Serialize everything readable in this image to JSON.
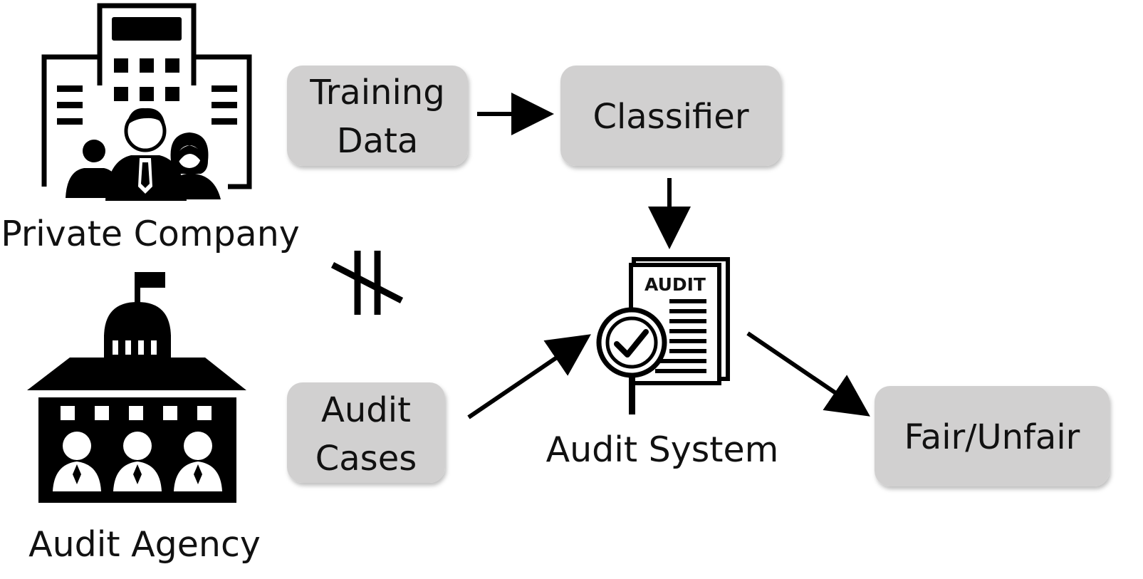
{
  "entities": {
    "private_company": {
      "label": "Private Company",
      "icon": "company-building-icon"
    },
    "audit_agency": {
      "label": "Audit Agency",
      "icon": "government-building-icon"
    },
    "audit_system": {
      "label": "Audit System",
      "icon": "audit-document-magnifier-icon",
      "doc_heading": "AUDIT"
    }
  },
  "boxes": {
    "training_data": {
      "line1": "Training",
      "line2": "Data"
    },
    "classifier": {
      "label": "Classifier"
    },
    "audit_cases": {
      "line1": "Audit",
      "line2": "Cases"
    },
    "result": {
      "label": "Fair/Unfair"
    }
  },
  "relations": {
    "no_access_symbol": "not-parallel-icon"
  },
  "colors": {
    "box_fill": "#d1d0d0",
    "box_shadow": "#b5b5b5",
    "ink": "#000000"
  }
}
